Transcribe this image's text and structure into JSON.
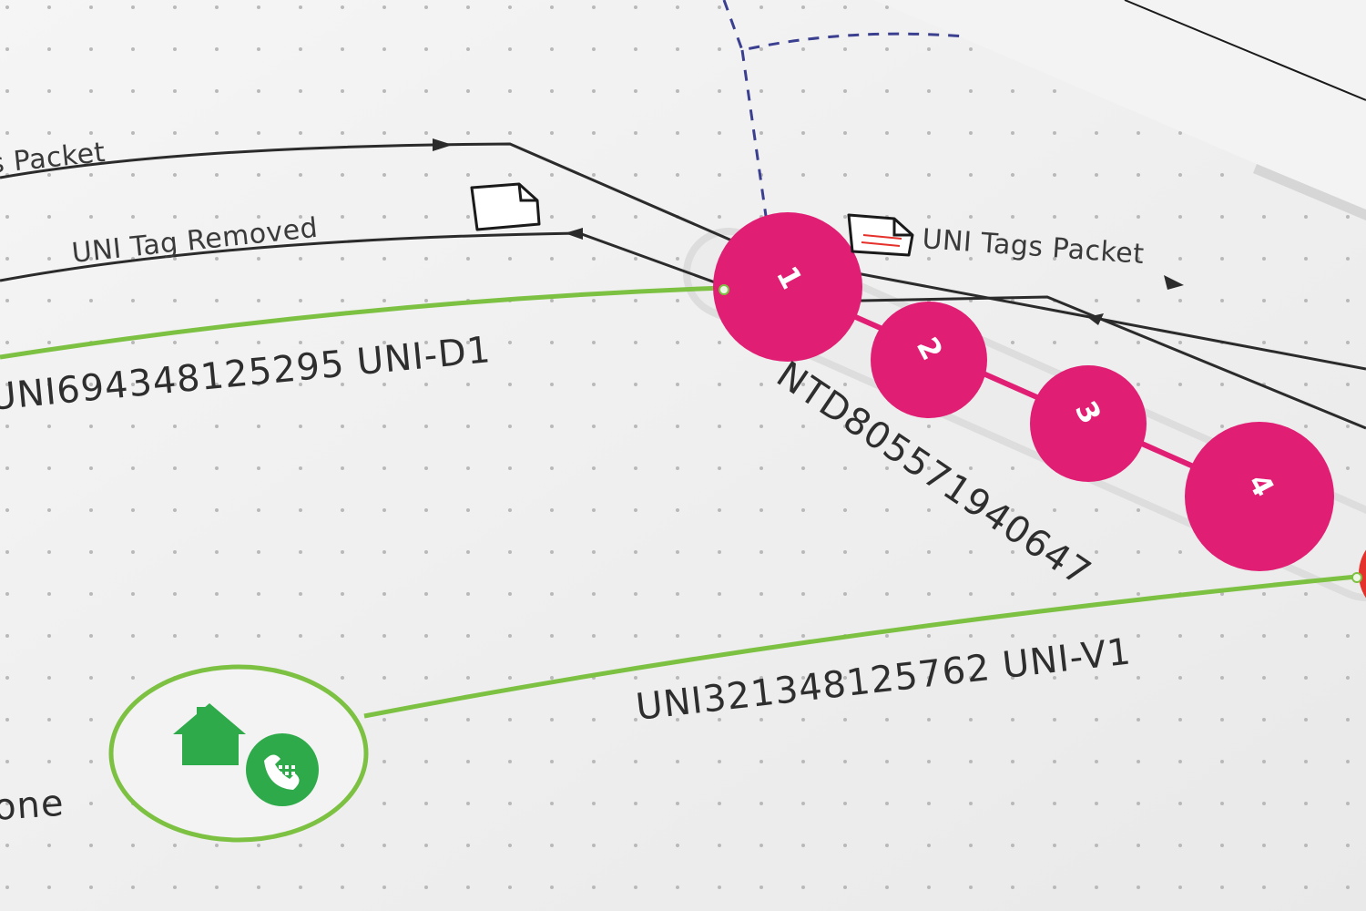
{
  "labels": {
    "packet_top": "s Packet",
    "uni_tag_removed": "UNI Tag Removed",
    "uni_tags_packet": "UNI Tags Packet",
    "uni_d1": "UNI694348125295 UNI-D1",
    "uni_v1": "UNI321348125762 UNI-V1",
    "ntd": "NTD805571940647",
    "phone_partial": "one"
  },
  "ports": [
    "1",
    "2",
    "3",
    "4"
  ],
  "icons": {
    "document": "document-icon",
    "document_red": "document-icon-red-lines",
    "home": "house-icon",
    "phone": "phone-icon"
  },
  "colors": {
    "background": "#ececec",
    "dots": "#b9b9b9",
    "line": "#2b2b2b",
    "dashed": "#3b3f8f",
    "green": "#7dc142",
    "icon_green": "#2faa4a",
    "port_magenta": "#e01f74",
    "track": "#dddddd",
    "red_port": "#e5312b"
  }
}
